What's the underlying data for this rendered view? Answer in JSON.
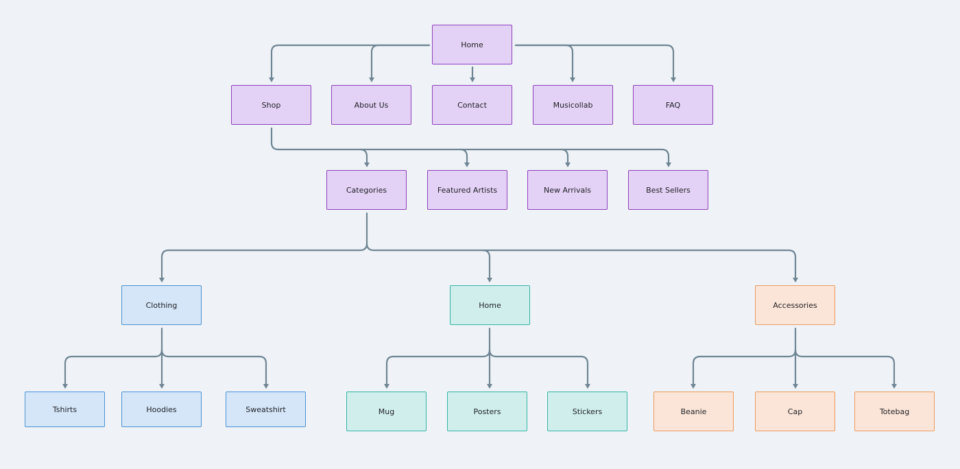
{
  "colors": {
    "background": "#eff3f7",
    "connector": "#6f8593",
    "purple_fill": "#e4d2f6",
    "purple_border": "#8e3fbc",
    "blue_fill": "#d4e6f8",
    "blue_border": "#4b92d4",
    "teal_fill": "#d0efec",
    "teal_border": "#36b3a3",
    "orange_fill": "#fbe5d8",
    "orange_border": "#ec9a5e"
  },
  "nodes": {
    "home": "Home",
    "shop": "Shop",
    "about_us": "About Us",
    "contact": "Contact",
    "musicollab": "Musicollab",
    "faq": "FAQ",
    "categories": "Categories",
    "featured_artists": "Featured Artists",
    "new_arrivals": "New Arrivals",
    "best_sellers": "Best Sellers",
    "clothing": "Clothing",
    "home_category": "Home",
    "accessories": "Accessories",
    "tshirts": "Tshirts",
    "hoodies": "Hoodies",
    "sweatshirt": "Sweatshirt",
    "mug": "Mug",
    "posters": "Posters",
    "stickers": "Stickers",
    "beanie": "Beanie",
    "cap": "Cap",
    "totebag": "Totebag"
  },
  "edges": [
    [
      "home",
      "shop"
    ],
    [
      "home",
      "about_us"
    ],
    [
      "home",
      "contact"
    ],
    [
      "home",
      "musicollab"
    ],
    [
      "home",
      "faq"
    ],
    [
      "shop",
      "categories"
    ],
    [
      "shop",
      "featured_artists"
    ],
    [
      "shop",
      "new_arrivals"
    ],
    [
      "shop",
      "best_sellers"
    ],
    [
      "categories",
      "clothing"
    ],
    [
      "categories",
      "home_category"
    ],
    [
      "categories",
      "accessories"
    ],
    [
      "clothing",
      "tshirts"
    ],
    [
      "clothing",
      "hoodies"
    ],
    [
      "clothing",
      "sweatshirt"
    ],
    [
      "home_category",
      "mug"
    ],
    [
      "home_category",
      "posters"
    ],
    [
      "home_category",
      "stickers"
    ],
    [
      "accessories",
      "beanie"
    ],
    [
      "accessories",
      "cap"
    ],
    [
      "accessories",
      "totebag"
    ]
  ]
}
